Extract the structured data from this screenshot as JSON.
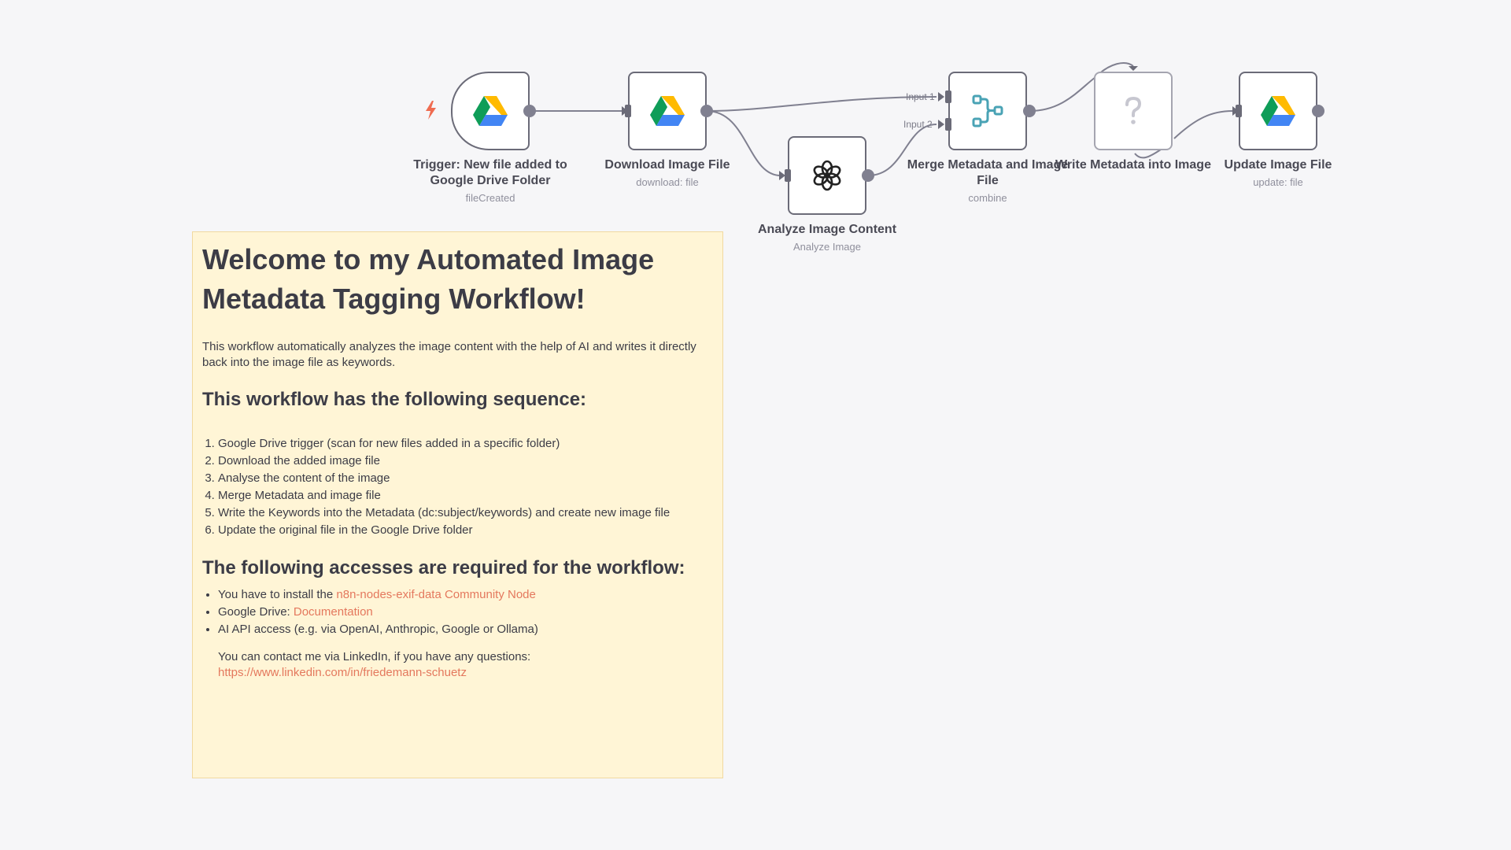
{
  "nodes": {
    "trigger": {
      "title": "Trigger: New file added to Google Drive Folder",
      "subtitle": "fileCreated",
      "icon": "google-drive-icon"
    },
    "download": {
      "title": "Download Image File",
      "subtitle": "download: file",
      "icon": "google-drive-icon"
    },
    "analyze": {
      "title": "Analyze Image Content",
      "subtitle": "Analyze Image",
      "icon": "openai-icon"
    },
    "merge": {
      "title": "Merge Metadata and Image File",
      "subtitle": "combine",
      "icon": "merge-icon",
      "input1": "Input 1",
      "input2": "Input 2"
    },
    "write": {
      "title": "Write Metadata into Image",
      "icon": "question-mark-icon"
    },
    "update": {
      "title": "Update Image File",
      "subtitle": "update: file",
      "icon": "google-drive-icon"
    }
  },
  "sticky": {
    "title": "Welcome to my Automated Image Metadata Tagging Workflow!",
    "intro": "This workflow automatically analyzes the image content with the help of AI and writes it directly back into the image file as keywords.",
    "sequence_heading": "This workflow has the following sequence:",
    "steps": [
      "Google Drive trigger (scan for new files added in a specific folder)",
      "Download the added image file",
      "Analyse the content of the image",
      "Merge Metadata and image file",
      "Write the Keywords into the Metadata (dc:subject/keywords) and create new image file",
      "Update the original file in the Google Drive folder"
    ],
    "access_heading": "The following accesses are required for the workflow:",
    "access": {
      "item1_prefix": "You have to install the ",
      "item1_link": "n8n-nodes-exif-data Community Node",
      "item2_prefix": "Google Drive: ",
      "item2_link": "Documentation",
      "item3": "AI API access (e.g. via OpenAI, Anthropic, Google or Ollama)"
    },
    "contact_text": "You can contact me via LinkedIn, if you have any questions:",
    "contact_link": "https://www.linkedin.com/in/friedemann-schuetz"
  },
  "colors": {
    "accent_link": "#e4785d",
    "sticky_bg": "#fff5d6",
    "node_border": "#6b6b78",
    "connector": "#808090",
    "merge_icon": "#4aa3b5",
    "trigger_bolt": "#ef6c51"
  }
}
